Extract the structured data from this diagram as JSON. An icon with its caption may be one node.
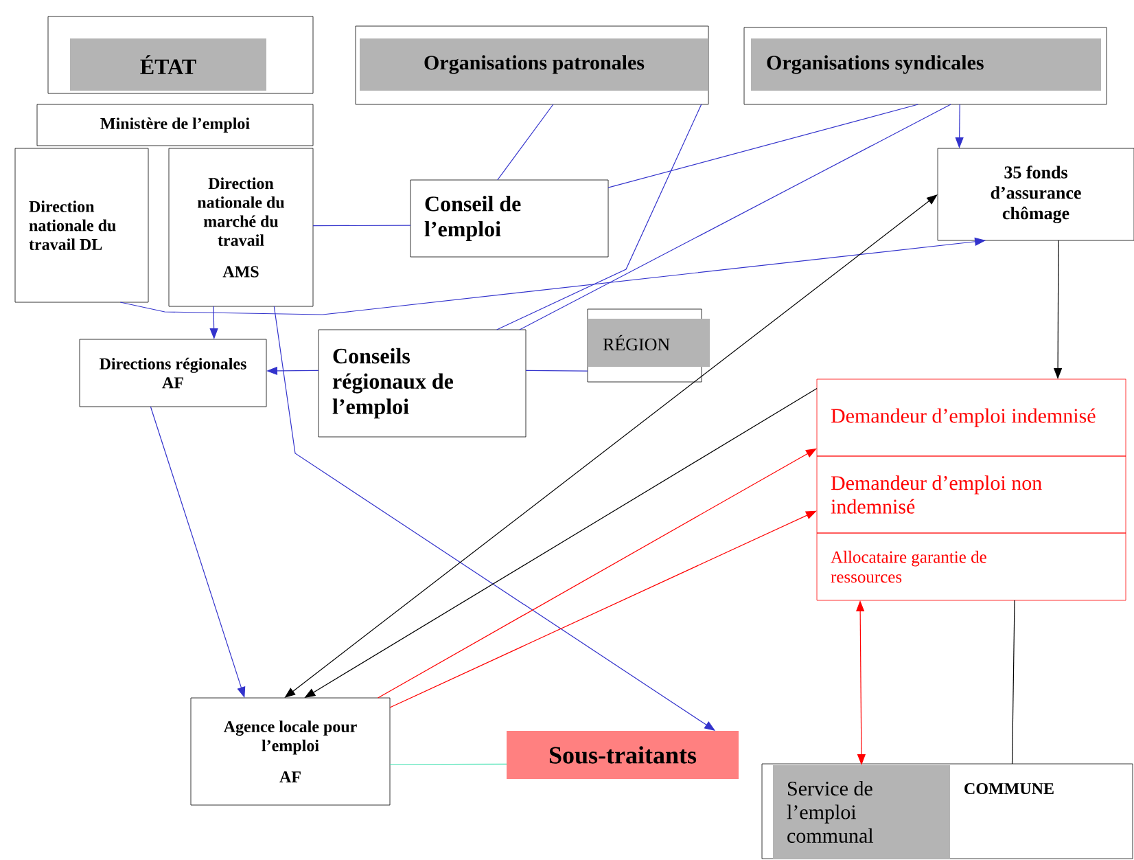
{
  "diagram": {
    "nodes": [
      {
        "text": [
          "ÉTAT"
        ]
      },
      {
        "text": [
          "Ministère de l’emploi"
        ]
      },
      {
        "text": [
          "Direction nationale du travail DL"
        ]
      },
      {
        "text": [
          "Direction nationale du marché du travail",
          "AMS"
        ]
      },
      {
        "text": [
          "Organisations patronales"
        ]
      },
      {
        "text": [
          "Organisations syndicales"
        ]
      },
      {
        "text": [
          "Conseil de l’emploi"
        ]
      },
      {
        "text": [
          "35  fonds d’assurance chômage"
        ]
      },
      {
        "text": [
          "Directions régionales AF"
        ]
      },
      {
        "text": [
          "Conseils régionaux de l’emploi"
        ]
      },
      {
        "text": [
          "RÉGION"
        ]
      },
      {
        "text": [
          "Demandeur d’emploi indemnisé"
        ]
      },
      {
        "text": [
          "Demandeur d’emploi non indemnisé"
        ]
      },
      {
        "text": [
          "Allocataire garantie de ressources"
        ]
      },
      {
        "text": [
          "Agence locale pour l’emploi",
          "AF"
        ]
      },
      {
        "text": [
          "Sous-traitants"
        ]
      },
      {
        "text": [
          "COMMUNE"
        ]
      },
      {
        "text": [
          "Service de l’emploi communal"
        ],
        "in": 16
      }
    ],
    "edges": [
      {
        "from": 4,
        "to": 6,
        "arrow": "none"
      },
      {
        "from": 4,
        "to": 9,
        "arrow": "none"
      },
      {
        "from": 5,
        "to": 6,
        "arrow": "none"
      },
      {
        "from": 5,
        "to": 9,
        "arrow": "none"
      },
      {
        "from": 5,
        "to": 7,
        "arrow": "to"
      },
      {
        "from": 3,
        "to": 6,
        "arrow": "none"
      },
      {
        "from": 2,
        "to": 7,
        "arrow": "to"
      },
      {
        "from": 3,
        "to": 8,
        "arrow": "to"
      },
      {
        "from": 9,
        "to": 8,
        "arrow": "to"
      },
      {
        "from": 9,
        "to": 10,
        "arrow": "none"
      },
      {
        "from": 8,
        "to": 14,
        "arrow": "to"
      },
      {
        "from": 3,
        "to": 15,
        "arrow": "to"
      },
      {
        "from": 7,
        "to": 14,
        "arrow": "both",
        "color": "#000000"
      },
      {
        "from": 11,
        "to": 14,
        "arrow": "to",
        "color": "#000000"
      },
      {
        "from": 14,
        "to": 11,
        "arrow": "to",
        "color": "#ff0000"
      },
      {
        "from": 14,
        "to": 12,
        "arrow": "to",
        "color": "#ff0000"
      },
      {
        "from": 7,
        "to": 11,
        "arrow": "to",
        "color": "#000000"
      },
      {
        "from": 13,
        "to": 17,
        "arrow": "both",
        "color": "#ff0000"
      },
      {
        "from": 13,
        "to": 16,
        "arrow": "none",
        "color": "#000000"
      },
      {
        "from": 14,
        "to": 15,
        "arrow": "none",
        "color": "#40e0b0"
      }
    ]
  }
}
